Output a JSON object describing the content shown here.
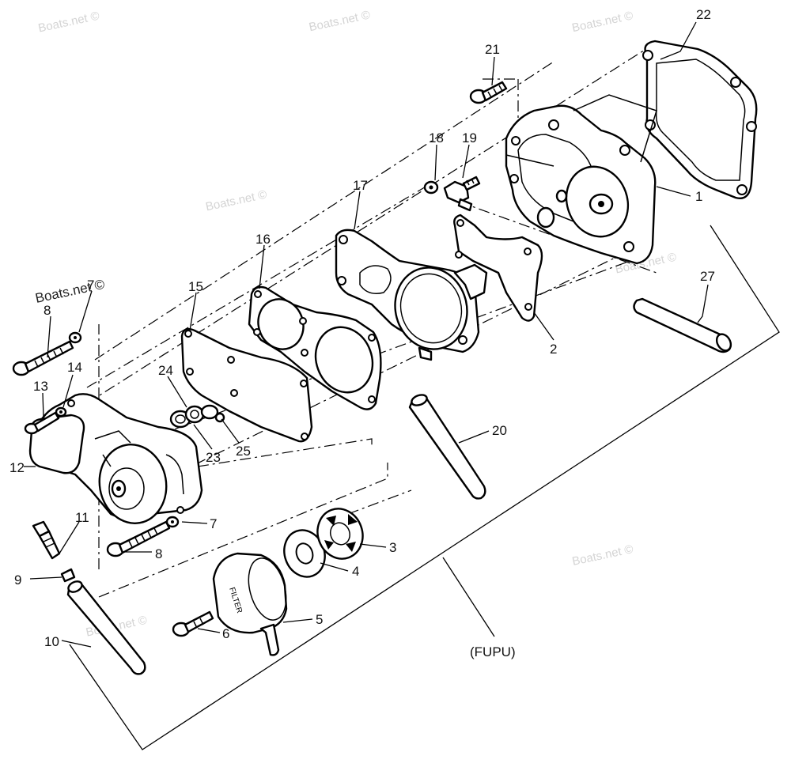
{
  "watermarks": [
    "Boats.net ©",
    "Boats.net ©",
    "Boats.net ©",
    "Boats.net ©",
    "Boats.net ©",
    "Boats.net ©",
    "Boats.net ©",
    "Boats.net ©"
  ],
  "assembly_label": "(FUPU)",
  "filter_text": "FILTER",
  "callouts": {
    "c1": "1",
    "c2": "2",
    "c3": "3",
    "c4": "4",
    "c5": "5",
    "c6": "6",
    "c7a": "7",
    "c7b": "7",
    "c8a": "8",
    "c8b": "8",
    "c9": "9",
    "c10": "10",
    "c11": "11",
    "c12": "12",
    "c13": "13",
    "c14": "14",
    "c15": "15",
    "c16": "16",
    "c17": "17",
    "c18": "18",
    "c19": "19",
    "c20": "20",
    "c21": "21",
    "c22": "22",
    "c23": "23",
    "c24": "24",
    "c25": "25",
    "c27": "27"
  },
  "colors": {
    "line": "#000000",
    "background": "#ffffff",
    "watermark": "#d4d4d4"
  }
}
